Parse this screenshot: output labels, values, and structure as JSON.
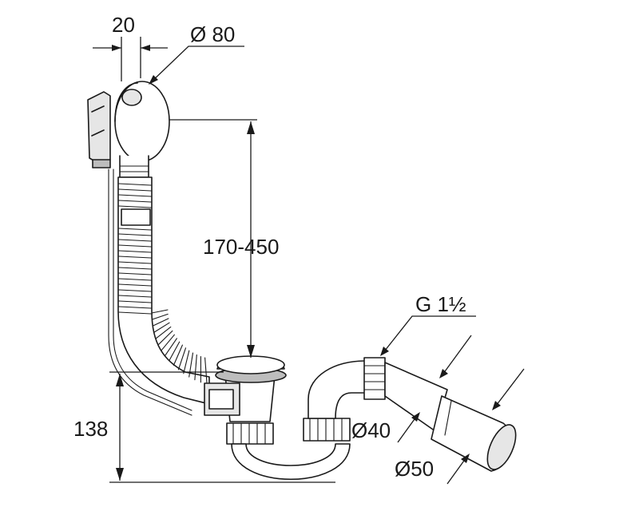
{
  "diagram": {
    "subject": "bath waste and overflow fitting with siphon",
    "labels": {
      "overflow_offset": "20",
      "overflow_diameter": "Ø 80",
      "height_range": "170-450",
      "outlet_height": "138",
      "thread": "G 1½",
      "pipe_40": "Ø40",
      "pipe_50": "Ø50"
    },
    "colors": {
      "line": "#1a1a1a",
      "background": "#ffffff",
      "shade": "#e6e6e6"
    }
  }
}
